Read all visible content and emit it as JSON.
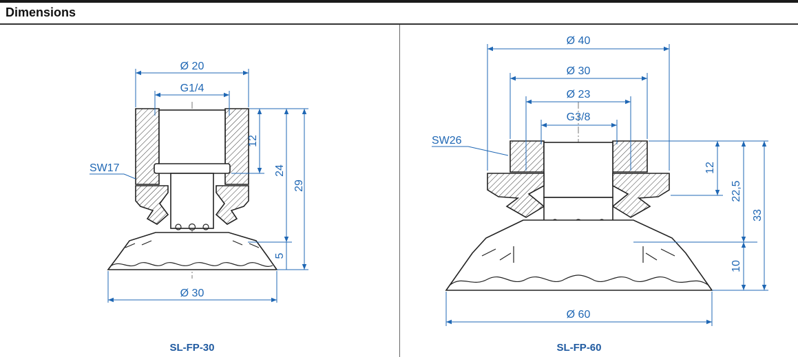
{
  "header": {
    "title": "Dimensions"
  },
  "colors": {
    "dimension": "#1f67b4",
    "caption": "#1f5aa0",
    "outline": "#222222"
  },
  "drawings": [
    {
      "caption": "SL-FP-30",
      "labels": {
        "outer_top_dia": "Ø 20",
        "thread": "G1/4",
        "wrench": "SW17",
        "height_thread": "12",
        "height_body": "24",
        "height_total": "29",
        "height_lip": "5",
        "cup_dia": "Ø 30"
      }
    },
    {
      "caption": "SL-FP-60",
      "labels": {
        "outer_top_dia": "Ø 40",
        "dia_30": "Ø 30",
        "dia_23": "Ø 23",
        "thread": "G3/8",
        "wrench": "SW26",
        "height_thread": "12",
        "height_body": "22,5",
        "height_total": "33",
        "height_lip": "10",
        "cup_dia": "Ø 60"
      }
    }
  ]
}
